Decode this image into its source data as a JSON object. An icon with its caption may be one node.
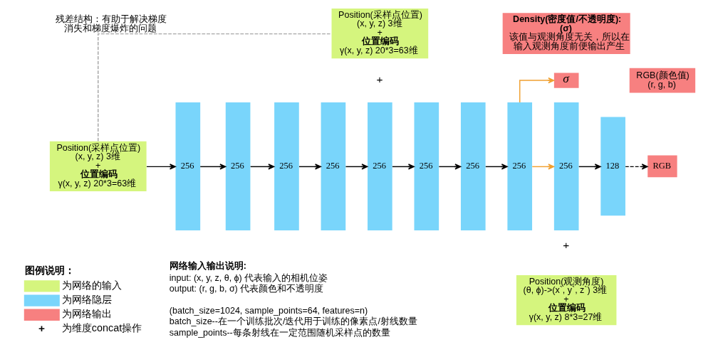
{
  "diagram": {
    "nodes": [
      {
        "text": [
          "Position(采样点位置)",
          "(x, y, z) 3维",
          "+",
          "位置编码",
          "γ(x, y, z) 20*3=63维"
        ]
      },
      {
        "text": [
          "Density(密度值/不透明度):",
          "(σ)",
          "该值与观测角度无关，所以在输入观测角度前便输出产生"
        ]
      },
      {
        "text": [
          "σ"
        ]
      },
      {
        "text": [
          "RGB(颜色值)",
          "(r, g, b)"
        ]
      },
      {
        "text": [
          "Position(采样点位置)",
          "(x, y, z) 3维",
          "+",
          "位置编码",
          "γ(x, y, z) 20*3=63维"
        ]
      },
      {
        "text": [
          "256"
        ]
      },
      {
        "text": [
          "256"
        ]
      },
      {
        "text": [
          "256"
        ]
      },
      {
        "text": [
          "256"
        ]
      },
      {
        "text": [
          "256"
        ]
      },
      {
        "text": [
          "256"
        ]
      },
      {
        "text": [
          "256"
        ]
      },
      {
        "text": [
          "256"
        ]
      },
      {
        "text": [
          "256"
        ]
      },
      {
        "text": [
          "128"
        ]
      },
      {
        "text": [
          "RGB"
        ]
      },
      {
        "text": [
          "Position(观测角度)",
          "(θ, ϕ)->(x`, y`, z`) 3维",
          "+",
          "位置编码",
          "γ(x, y, z) 8*3=27维"
        ]
      }
    ],
    "edges": [
      {
        "from": 4,
        "to": 0,
        "arrow": "none",
        "style": "dashed",
        "color": "#a6a6a6",
        "label": "残差结构：有助于解决梯度消失和梯度爆炸的问题"
      },
      {
        "from": 4,
        "to": 5,
        "arrow": "to"
      },
      {
        "from": 5,
        "to": 6,
        "arrow": "to"
      },
      {
        "from": 6,
        "to": 7,
        "arrow": "to"
      },
      {
        "from": 7,
        "to": 8,
        "arrow": "to"
      },
      {
        "from": 8,
        "to": 9,
        "arrow": "to"
      },
      {
        "from": 9,
        "to": 10,
        "arrow": "to"
      },
      {
        "from": 10,
        "to": 11,
        "arrow": "to"
      },
      {
        "from": 11,
        "to": 12,
        "arrow": "to"
      },
      {
        "from": 12,
        "to": 13,
        "arrow": "to",
        "color": "#f0a030"
      },
      {
        "from": 12,
        "to": 2,
        "arrow": "to",
        "color": "#f0a030"
      },
      {
        "from": 13,
        "to": 14,
        "arrow": "to"
      },
      {
        "from": 14,
        "to": 15,
        "arrow": "to",
        "style": "dashed"
      }
    ],
    "labels": [
      "+",
      "+",
      "图例说明：",
      "+",
      "网络输入输出说明:",
      "input: (x, y, z, θ, ϕ) 代表输入的相机位姿",
      "output: (r, g, b, σ) 代表颜色和不透明度",
      "(batch_size=1024, sample_points=64, features=n)",
      "batch_size--在一个训练批次/迭代用于训练的像素点/射线数量",
      "sample_points--每条射线在一定范围随机采样点的数量"
    ],
    "legend": [
      {
        "text": "为网络的输入",
        "color": "#d5f57e"
      },
      {
        "text": "为网络隐层",
        "color": "#79d5fb"
      },
      {
        "text": "为网络输出",
        "color": "#f78080"
      },
      {
        "text": "为维度concat操作"
      }
    ]
  }
}
